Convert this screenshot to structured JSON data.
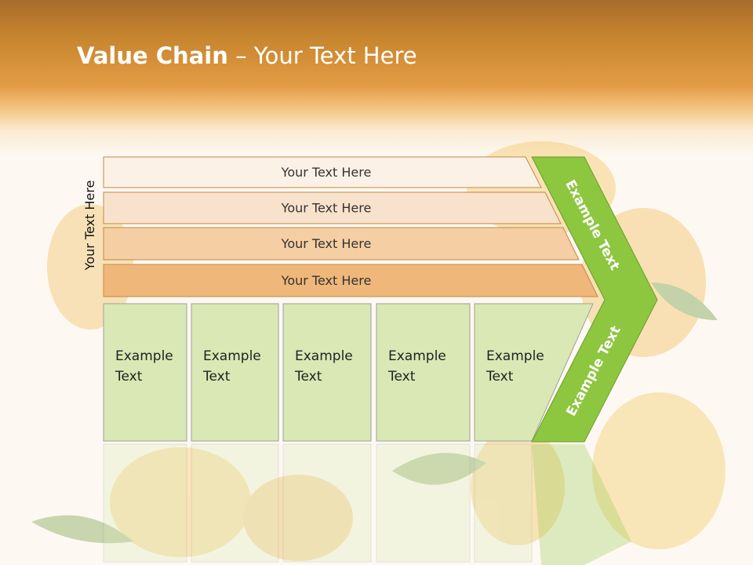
{
  "title": {
    "bold": "Value Chain",
    "rest": " – Your Text Here"
  },
  "side_label": "Your Text Here",
  "bands": [
    {
      "label": "Your Text Here",
      "color": "#fbf1e6"
    },
    {
      "label": "Your Text Here",
      "color": "#f9e2cb"
    },
    {
      "label": "Your Text Here",
      "color": "#f5ceA3"
    },
    {
      "label": "Your Text Here",
      "color": "#efb77a"
    }
  ],
  "boxes": [
    {
      "line1": "Example",
      "line2": "Text"
    },
    {
      "line1": "Example",
      "line2": "Text"
    },
    {
      "line1": "Example",
      "line2": "Text"
    },
    {
      "line1": "Example",
      "line2": "Text"
    },
    {
      "line1": "Example",
      "line2": "Text"
    }
  ],
  "arrow": {
    "upper_label": "Example Text",
    "lower_label": "Example Text",
    "color": "#8dc63f"
  },
  "colors": {
    "box_fill": "#d9e8b4",
    "box_border": "#a0a0a0",
    "band_border": "#c08a4a"
  }
}
